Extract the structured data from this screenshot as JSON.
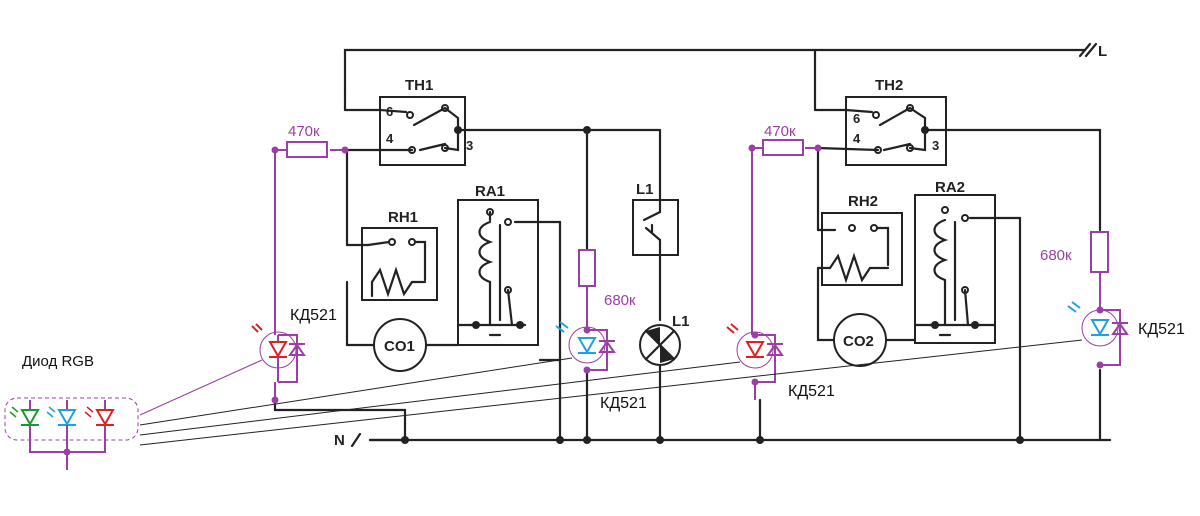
{
  "labels": {
    "L": "L",
    "N": "N",
    "TH1": "TH1",
    "TH2": "TH2",
    "RH1": "RH1",
    "RH2": "RH2",
    "RA1": "RA1",
    "RA2": "RA2",
    "CO1": "CO1",
    "CO2": "CO2",
    "L1_switch": "L1",
    "L1_lamp": "L1",
    "pin6": "6",
    "pin4": "4",
    "pin3": "3"
  },
  "resistors": {
    "r1": "470к",
    "r2": "470к",
    "r3": "680к",
    "r4": "680к"
  },
  "diodes": {
    "d1": "КД521",
    "d2": "КД521",
    "d3": "КД521",
    "d4": "КД521"
  },
  "rgb": {
    "title": "Диод RGB"
  },
  "colors": {
    "wire": "#222222",
    "purple": "#9b3fa6",
    "red": "#e02020",
    "blue": "#1fa0e0",
    "green": "#1a9a2a"
  }
}
